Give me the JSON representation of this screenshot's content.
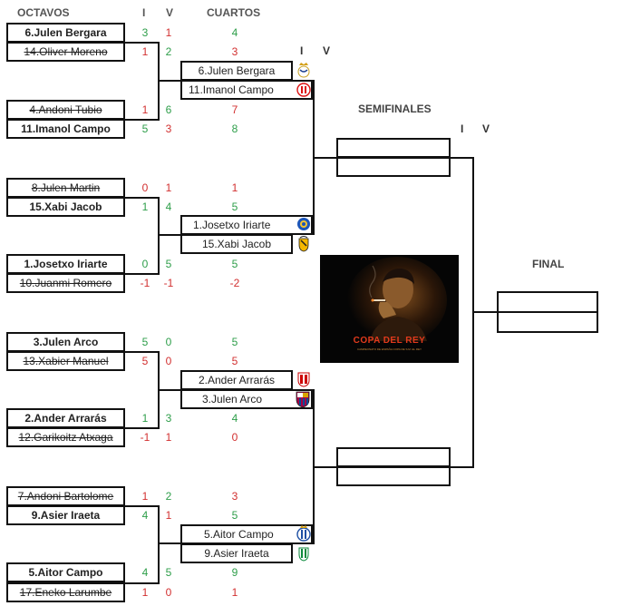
{
  "headers": {
    "octavos": "OCTAVOS",
    "cuartos": "CUARTOS",
    "semifinales": "SEMIFINALES",
    "final": "FINAL",
    "ida": "I",
    "vuelta": "V"
  },
  "octavos": [
    {
      "name": "6.Julen Bergara",
      "ida": "3",
      "vuelta": "1",
      "agg": "4",
      "winner": true
    },
    {
      "name": "14.Oliver Moreno",
      "ida": "1",
      "vuelta": "2",
      "agg": "3",
      "winner": false
    },
    {
      "name": "4.Andoni Tubio",
      "ida": "1",
      "vuelta": "6",
      "agg": "7",
      "winner": false
    },
    {
      "name": "11.Imanol Campo",
      "ida": "5",
      "vuelta": "3",
      "agg": "8",
      "winner": true
    },
    {
      "name": "8.Julen Martin",
      "ida": "0",
      "vuelta": "1",
      "agg": "1",
      "winner": false
    },
    {
      "name": "15.Xabi Jacob",
      "ida": "1",
      "vuelta": "4",
      "agg": "5",
      "winner": true
    },
    {
      "name": "1.Josetxo Iriarte",
      "ida": "0",
      "vuelta": "5",
      "agg": "5",
      "winner": true
    },
    {
      "name": "10.Juanmi Romero",
      "ida": "-1",
      "vuelta": "-1",
      "agg": "-2",
      "winner": false
    },
    {
      "name": "3.Julen Arco",
      "ida": "5",
      "vuelta": "0",
      "agg": "5",
      "winner": true
    },
    {
      "name": "13.Xabier Manuel",
      "ida": "5",
      "vuelta": "0",
      "agg": "5",
      "winner": false
    },
    {
      "name": "2.Ander Arrarás",
      "ida": "1",
      "vuelta": "3",
      "agg": "4",
      "winner": true
    },
    {
      "name": "12.Garikoitz Atxaga",
      "ida": "-1",
      "vuelta": "1",
      "agg": "0",
      "winner": false
    },
    {
      "name": "7.Andoni Bartolome",
      "ida": "1",
      "vuelta": "2",
      "agg": "3",
      "winner": false
    },
    {
      "name": "9.Asier Iraeta",
      "ida": "4",
      "vuelta": "1",
      "agg": "5",
      "winner": true
    },
    {
      "name": "5.Aitor Campo",
      "ida": "4",
      "vuelta": "5",
      "agg": "9",
      "winner": true
    },
    {
      "name": "17.Eneko Larumbe",
      "ida": "1",
      "vuelta": "0",
      "agg": "1",
      "winner": false
    }
  ],
  "cuartos": [
    {
      "name": "6.Julen Bergara",
      "team_icon": "real-madrid-crest-icon"
    },
    {
      "name": "11.Imanol Campo",
      "team_icon": "girona-crest-icon"
    },
    {
      "name": "1.Josetxo Iriarte",
      "team_icon": "getafe-crest-icon"
    },
    {
      "name": "15.Xabi Jacob",
      "team_icon": "valencia-crest-icon"
    },
    {
      "name": "2.Ander Arrarás",
      "team_icon": "sevilla-crest-icon"
    },
    {
      "name": "3.Julen Arco",
      "team_icon": "barcelona-crest-icon"
    },
    {
      "name": "5.Aitor Campo",
      "team_icon": "espanyol-crest-icon"
    },
    {
      "name": "9.Asier Iraeta",
      "team_icon": "betis-crest-icon"
    }
  ],
  "semifinales": [
    "",
    "",
    "",
    ""
  ],
  "final": [
    "",
    ""
  ],
  "banner": {
    "title": "COPA DEL REY",
    "subtitle": "CAMPEONATO DE ESPAÑA COPA DE S.M. EL REY"
  },
  "colors": {
    "win": "#2e9e4a",
    "lose": "#d23030",
    "border": "#111111"
  }
}
